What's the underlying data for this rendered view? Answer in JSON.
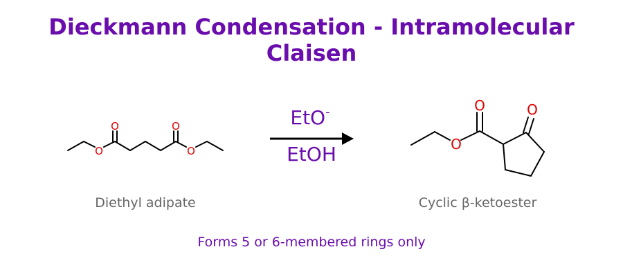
{
  "title": "Dieckmann Condensation - Intramolecular Claisen",
  "reactant": {
    "name": "Diethyl adipate",
    "atoms": {
      "carbonyl_o": "O",
      "ester_o": "O"
    }
  },
  "reagents": {
    "above_base": "EtO",
    "above_charge": "-",
    "below": "EtOH"
  },
  "product": {
    "name": "Cyclic β-ketoester",
    "atoms": {
      "carbonyl_o": "O",
      "ester_o": "O",
      "ketone_o": "O"
    }
  },
  "note": "Forms 5 or 6-membered rings only",
  "colors": {
    "title": "#6a0dad",
    "oxygen": "#e00000",
    "bond": "#000000",
    "caption": "#666666"
  }
}
